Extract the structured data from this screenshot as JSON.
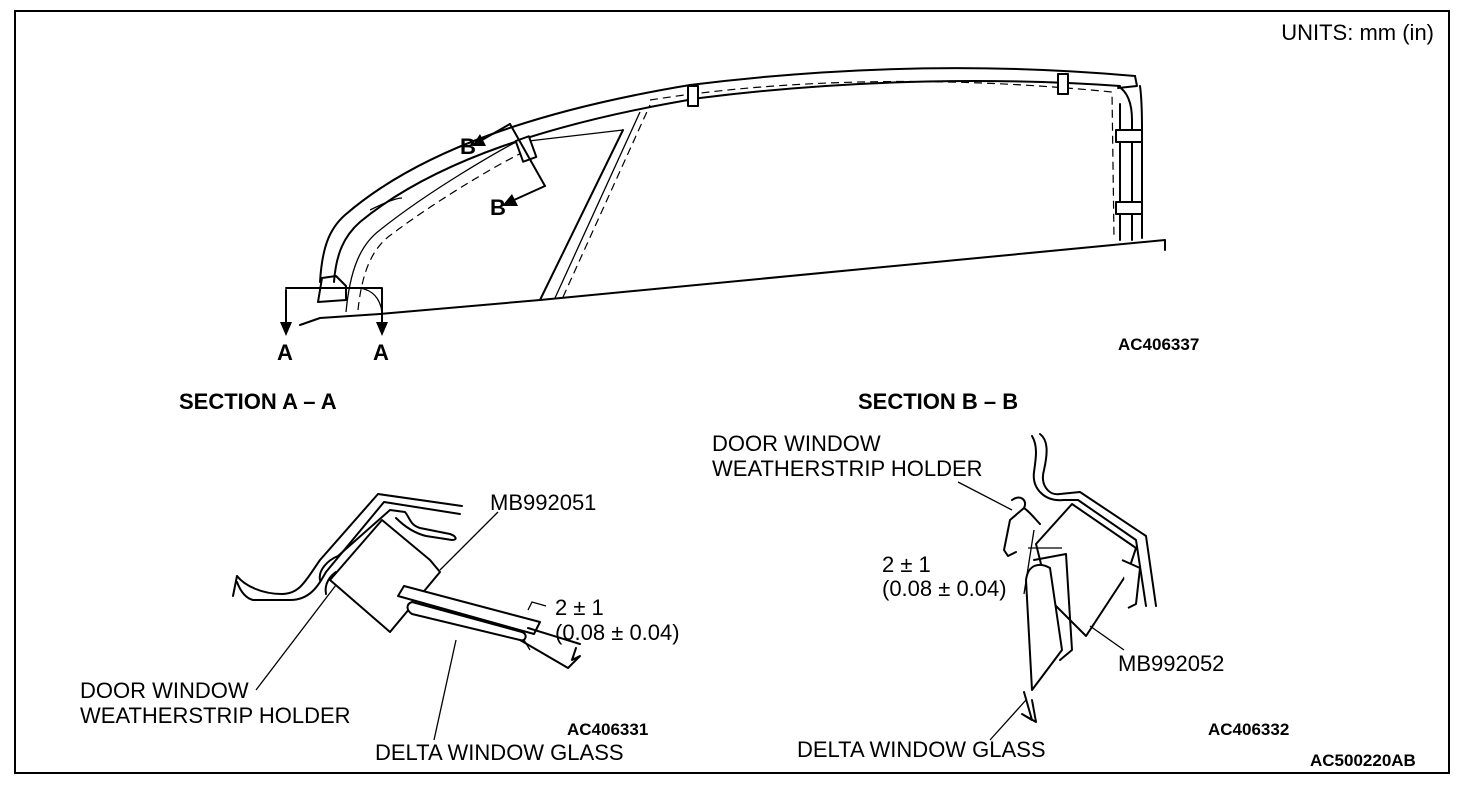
{
  "units": "UNITS: mm (in)",
  "codes": {
    "top": "AC406337",
    "left": "AC406331",
    "right": "AC406332",
    "page": "AC500220AB"
  },
  "markers": {
    "a": "A",
    "b": "B"
  },
  "section_a": {
    "title": "SECTION A – A",
    "tool": "MB992051",
    "dim": "2 ± 1",
    "dim_in": "(0.08 ± 0.04)",
    "holder_1": "DOOR WINDOW",
    "holder_2": "WEATHERSTRIP HOLDER",
    "glass": "DELTA WINDOW GLASS"
  },
  "section_b": {
    "title": "SECTION B – B",
    "holder_1": "DOOR WINDOW",
    "holder_2": "WEATHERSTRIP HOLDER",
    "dim": "2 ± 1",
    "dim_in": "(0.08 ± 0.04)",
    "tool": "MB992052",
    "glass": "DELTA WINDOW GLASS"
  }
}
